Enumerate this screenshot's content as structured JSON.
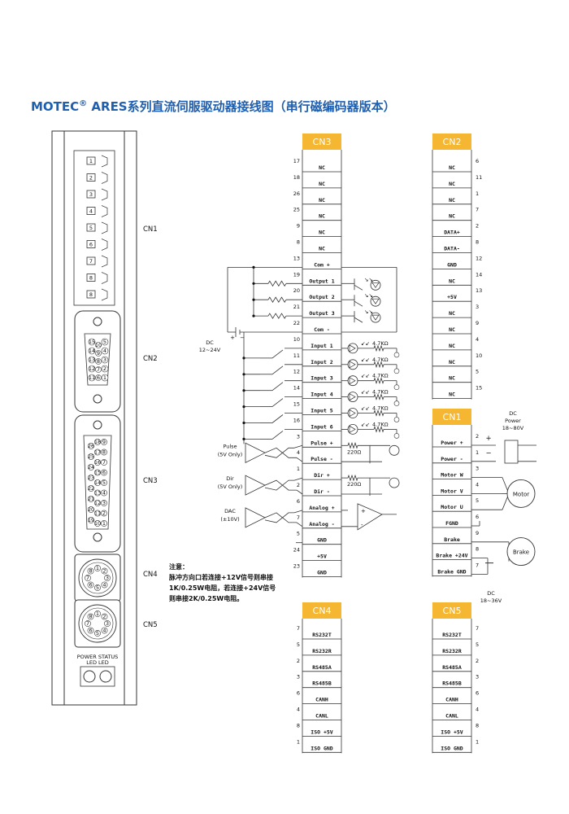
{
  "title": {
    "brand": "MOTEC",
    "mark": "®",
    "text": "ARES系列直流伺服驱动器接线图（串行磁编码器版本）"
  },
  "colors": {
    "header": "#f5b731",
    "title": "#1f5fb0",
    "line": "#333333"
  },
  "front_panel": {
    "cn1_pins": [
      "1",
      "2",
      "3",
      "4",
      "5",
      "6",
      "7",
      "8",
      "8"
    ],
    "labels": {
      "cn1": "CN1",
      "cn2": "CN2",
      "cn3": "CN3",
      "cn4": "CN4",
      "cn5": "CN5"
    },
    "cn2_left_numbers": [
      "15",
      "14",
      "13",
      "12",
      "11"
    ],
    "cn2_mid_numbers": [
      "10",
      "9",
      "8",
      "7",
      "6"
    ],
    "cn2_right_numbers": [
      "5",
      "4",
      "3",
      "2",
      "1"
    ],
    "cn3_left_numbers": [
      "26",
      "25",
      "24",
      "23",
      "22",
      "21",
      "20",
      "19"
    ],
    "cn3_mid_numbers": [
      "18",
      "17",
      "16",
      "15",
      "14",
      "13",
      "12",
      "11",
      "10"
    ],
    "cn3_right_numbers": [
      "9",
      "8",
      "7",
      "6",
      "5",
      "4",
      "3",
      "2",
      "1"
    ],
    "cn4_pins": [
      "1",
      "2",
      "3",
      "4",
      "5",
      "6",
      "7",
      "8"
    ],
    "cn5_pins": [
      "1",
      "2",
      "3",
      "4",
      "5",
      "6",
      "7",
      "8"
    ],
    "led_caption_1": "POWER STATUS",
    "led_caption_2": "LED      LED"
  },
  "cn3": {
    "header": "CN3",
    "pins": [
      {
        "num": "17",
        "label": "NC"
      },
      {
        "num": "18",
        "label": "NC"
      },
      {
        "num": "26",
        "label": "NC"
      },
      {
        "num": "25",
        "label": "NC"
      },
      {
        "num": "9",
        "label": "NC"
      },
      {
        "num": "8",
        "label": "NC"
      },
      {
        "num": "13",
        "label": "Com +"
      },
      {
        "num": "19",
        "label": "Output 1"
      },
      {
        "num": "20",
        "label": "Output 2"
      },
      {
        "num": "21",
        "label": "Output 3"
      },
      {
        "num": "22",
        "label": "Com -"
      },
      {
        "num": "10",
        "label": "Input 1"
      },
      {
        "num": "11",
        "label": "Input 2"
      },
      {
        "num": "12",
        "label": "Input 3"
      },
      {
        "num": "14",
        "label": "Input 4"
      },
      {
        "num": "15",
        "label": "Input 5"
      },
      {
        "num": "16",
        "label": "Input 6"
      },
      {
        "num": "3",
        "label": "Pulse +"
      },
      {
        "num": "4",
        "label": "Pulse -"
      },
      {
        "num": "1",
        "label": "Dir +"
      },
      {
        "num": "2",
        "label": "Dir -"
      },
      {
        "num": "6",
        "label": "Analog +"
      },
      {
        "num": "7",
        "label": "Analog -"
      },
      {
        "num": "5",
        "label": "GND"
      },
      {
        "num": "24",
        "label": "+5V"
      },
      {
        "num": "23",
        "label": "GND"
      }
    ]
  },
  "cn2": {
    "header": "CN2",
    "pins": [
      {
        "num": "6",
        "label": "NC"
      },
      {
        "num": "11",
        "label": "NC"
      },
      {
        "num": "1",
        "label": "NC"
      },
      {
        "num": "7",
        "label": "NC"
      },
      {
        "num": "2",
        "label": "DATA+"
      },
      {
        "num": "8",
        "label": "DATA-"
      },
      {
        "num": "12",
        "label": "GND"
      },
      {
        "num": "14",
        "label": "NC"
      },
      {
        "num": "13",
        "label": "+5V"
      },
      {
        "num": "3",
        "label": "NC"
      },
      {
        "num": "9",
        "label": "NC"
      },
      {
        "num": "4",
        "label": "NC"
      },
      {
        "num": "10",
        "label": "NC"
      },
      {
        "num": "5",
        "label": "NC"
      },
      {
        "num": "15",
        "label": "NC"
      }
    ]
  },
  "cn1": {
    "header": "CN1",
    "pins": [
      {
        "num": "2",
        "label": "Power +"
      },
      {
        "num": "1",
        "label": "Power -"
      },
      {
        "num": "3",
        "label": "Motor W"
      },
      {
        "num": "4",
        "label": "Motor V"
      },
      {
        "num": "5",
        "label": "Motor U"
      },
      {
        "num": "6",
        "label": "FGND"
      },
      {
        "num": "9",
        "label": "Brake"
      },
      {
        "num": "8",
        "label": "Brake +24V"
      },
      {
        "num": "7",
        "label": "Brake GND"
      }
    ]
  },
  "cn4": {
    "header": "CN4",
    "pins": [
      {
        "num": "7",
        "label": "RS232T"
      },
      {
        "num": "5",
        "label": "RS232R"
      },
      {
        "num": "2",
        "label": "RS485A"
      },
      {
        "num": "3",
        "label": "RS485B"
      },
      {
        "num": "6",
        "label": "CANH"
      },
      {
        "num": "4",
        "label": "CANL"
      },
      {
        "num": "8",
        "label": "ISO +5V"
      },
      {
        "num": "1",
        "label": "ISO GND"
      }
    ]
  },
  "cn5": {
    "header": "CN5",
    "pins": [
      {
        "num": "7",
        "label": "RS232T"
      },
      {
        "num": "5",
        "label": "RS232R"
      },
      {
        "num": "2",
        "label": "RS485A"
      },
      {
        "num": "3",
        "label": "RS485B"
      },
      {
        "num": "6",
        "label": "CANH"
      },
      {
        "num": "4",
        "label": "CANL"
      },
      {
        "num": "8",
        "label": "ISO +5V"
      },
      {
        "num": "1",
        "label": "ISO GND"
      }
    ]
  },
  "circuit": {
    "dc_io_1": "DC",
    "dc_io_2": "12~24V",
    "resistor": "4.7KΩ",
    "r220": "220Ω",
    "pulse_1": "Pulse",
    "pulse_2": "(5V Only)",
    "dir_1": "Dir",
    "dir_2": "(5V Only)",
    "dac_1": "DAC",
    "dac_2": "(±10V)",
    "plus": "+",
    "minus": "−",
    "op_plus": "+",
    "op_minus": "-"
  },
  "power": {
    "dc": "DC",
    "label": "Power",
    "range": "18~80V",
    "plus": "+",
    "minus": "−"
  },
  "motor": {
    "label": "Motor"
  },
  "brake": {
    "label": "Brake",
    "dc": "DC",
    "range": "18~36V"
  },
  "note": {
    "heading": "注意：",
    "line1": "脉冲方向口若连接+12V信号则串接",
    "line2": "1K/0.25W电阻，若连接+24V信号",
    "line3": "则串接2K/0.25W电阻。"
  }
}
